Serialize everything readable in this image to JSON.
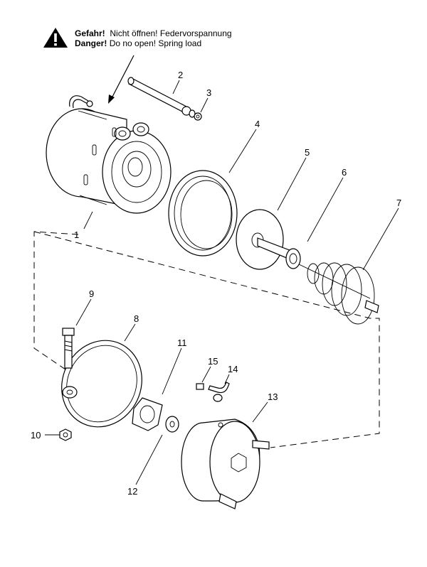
{
  "warning": {
    "icon": "warning-triangle-icon",
    "line1_bold": "Gefahr!",
    "line1_text": "Nicht öffnen! Federvorspannung",
    "line2_bold": "Danger!",
    "line2_text": "Do no open! Spring load"
  },
  "callouts": [
    "1",
    "2",
    "3",
    "4",
    "5",
    "6",
    "7",
    "8",
    "9",
    "10",
    "11",
    "12",
    "13",
    "14",
    "15"
  ]
}
